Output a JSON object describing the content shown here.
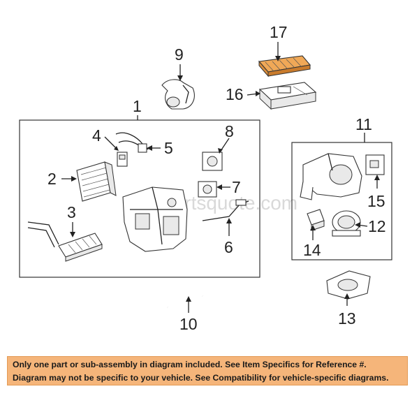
{
  "watermark": "Partsquote.com",
  "callouts": {
    "c1": "1",
    "c2": "2",
    "c3": "3",
    "c4": "4",
    "c5": "5",
    "c6": "6",
    "c7": "7",
    "c8": "8",
    "c9": "9",
    "c10": "10",
    "c11": "11",
    "c12": "12",
    "c13": "13",
    "c14": "14",
    "c15": "15",
    "c16": "16",
    "c17": "17"
  },
  "notice": {
    "line1": "Only one part or sub-assembly in diagram included. See Item Specifics for Reference #.",
    "line2": "Diagram may not be specific to your vehicle. See Compatibility for vehicle-specific diagrams."
  },
  "colors": {
    "notice_bg": "#f5b57a",
    "highlight_part": "#f0a857"
  }
}
